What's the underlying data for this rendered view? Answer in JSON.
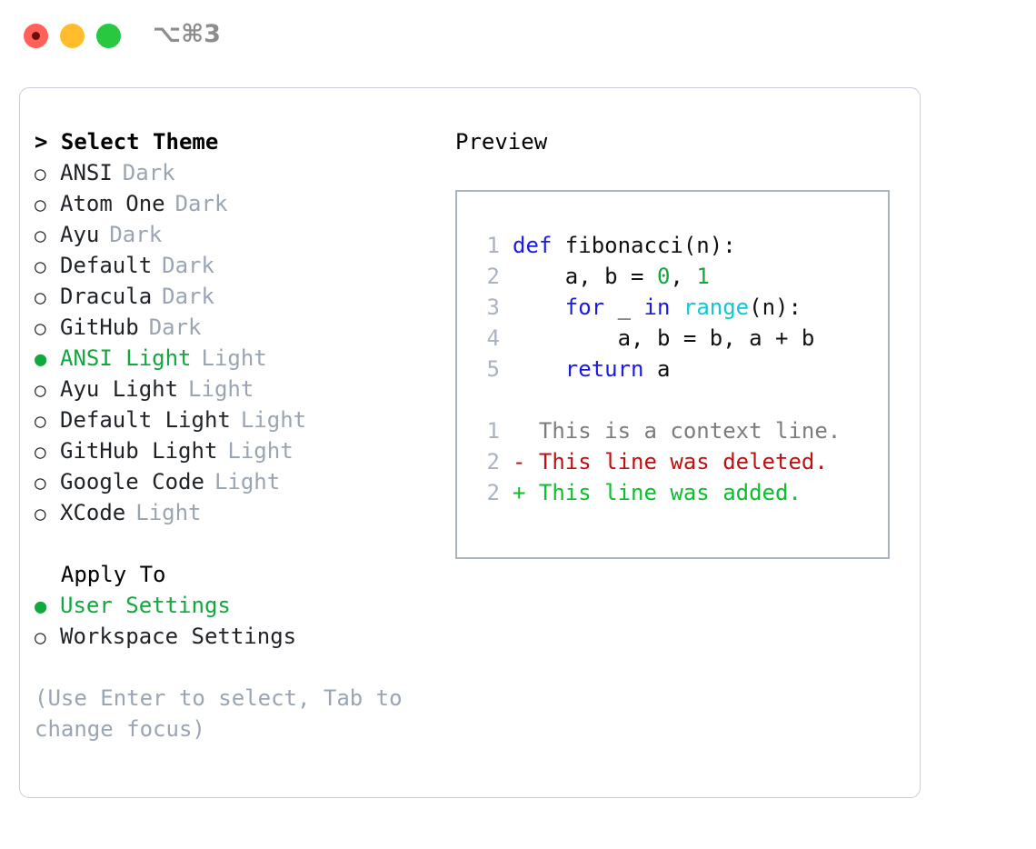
{
  "titlebar": {
    "shortcut": "⌥⌘3",
    "buttons": [
      {
        "name": "close",
        "color": "#ff6159"
      },
      {
        "name": "minimize",
        "color": "#ffbd2e"
      },
      {
        "name": "maximize",
        "color": "#28c840"
      }
    ]
  },
  "theme_section": {
    "heading": "> Select Theme",
    "items": [
      {
        "bullet": "○",
        "label": "ANSI",
        "tag": "Dark",
        "selected": false
      },
      {
        "bullet": "○",
        "label": "Atom One",
        "tag": "Dark",
        "selected": false
      },
      {
        "bullet": "○",
        "label": "Ayu",
        "tag": "Dark",
        "selected": false
      },
      {
        "bullet": "○",
        "label": "Default",
        "tag": "Dark",
        "selected": false
      },
      {
        "bullet": "○",
        "label": "Dracula",
        "tag": "Dark",
        "selected": false
      },
      {
        "bullet": "○",
        "label": "GitHub",
        "tag": "Dark",
        "selected": false
      },
      {
        "bullet": "●",
        "label": "ANSI Light",
        "tag": "Light",
        "selected": true
      },
      {
        "bullet": "○",
        "label": "Ayu Light",
        "tag": "Light",
        "selected": false
      },
      {
        "bullet": "○",
        "label": "Default Light",
        "tag": "Light",
        "selected": false
      },
      {
        "bullet": "○",
        "label": "GitHub Light",
        "tag": "Light",
        "selected": false
      },
      {
        "bullet": "○",
        "label": "Google Code",
        "tag": "Light",
        "selected": false
      },
      {
        "bullet": "○",
        "label": "XCode",
        "tag": "Light",
        "selected": false
      }
    ]
  },
  "apply_section": {
    "heading": "  Apply To",
    "items": [
      {
        "bullet": "●",
        "label": "User Settings",
        "selected": true
      },
      {
        "bullet": "○",
        "label": "Workspace Settings",
        "selected": false
      }
    ]
  },
  "hint": "(Use Enter to select, Tab to change focus)",
  "preview": {
    "title": "Preview",
    "code_lines": [
      {
        "num": "1",
        "tokens": [
          {
            "t": "def",
            "c": "kw"
          },
          {
            "t": " fibonacci(n):",
            "c": "txt"
          }
        ]
      },
      {
        "num": "2",
        "tokens": [
          {
            "t": "    a, b = ",
            "c": "txt"
          },
          {
            "t": "0",
            "c": "num"
          },
          {
            "t": ", ",
            "c": "txt"
          },
          {
            "t": "1",
            "c": "num"
          }
        ]
      },
      {
        "num": "3",
        "tokens": [
          {
            "t": "    ",
            "c": "txt"
          },
          {
            "t": "for",
            "c": "kw"
          },
          {
            "t": " _ ",
            "c": "txt"
          },
          {
            "t": "in",
            "c": "kw"
          },
          {
            "t": " ",
            "c": "txt"
          },
          {
            "t": "range",
            "c": "fn"
          },
          {
            "t": "(n):",
            "c": "txt"
          }
        ]
      },
      {
        "num": "4",
        "tokens": [
          {
            "t": "        a, b = b, a + b",
            "c": "txt"
          }
        ]
      },
      {
        "num": "5",
        "tokens": [
          {
            "t": "    ",
            "c": "txt"
          },
          {
            "t": "return",
            "c": "kw"
          },
          {
            "t": " a",
            "c": "txt"
          }
        ]
      }
    ],
    "diff_lines": [
      {
        "num": "1",
        "marker": "  ",
        "text": "This is a context line.",
        "kind": "ctx"
      },
      {
        "num": "2",
        "marker": "- ",
        "text": "This line was deleted.",
        "kind": "del"
      },
      {
        "num": "2",
        "marker": "+ ",
        "text": "This line was added.",
        "kind": "add"
      }
    ]
  },
  "colors": {
    "accent_green": "#12a83e",
    "muted_grey": "#9aa5b4",
    "keyword_blue": "#1a1ae6",
    "function_cyan": "#12c7d4",
    "diff_delete_red": "#c00f0f",
    "diff_add_green": "#0cbf2c",
    "panel_border": "#c9ced8",
    "preview_border": "#aab3c2"
  }
}
